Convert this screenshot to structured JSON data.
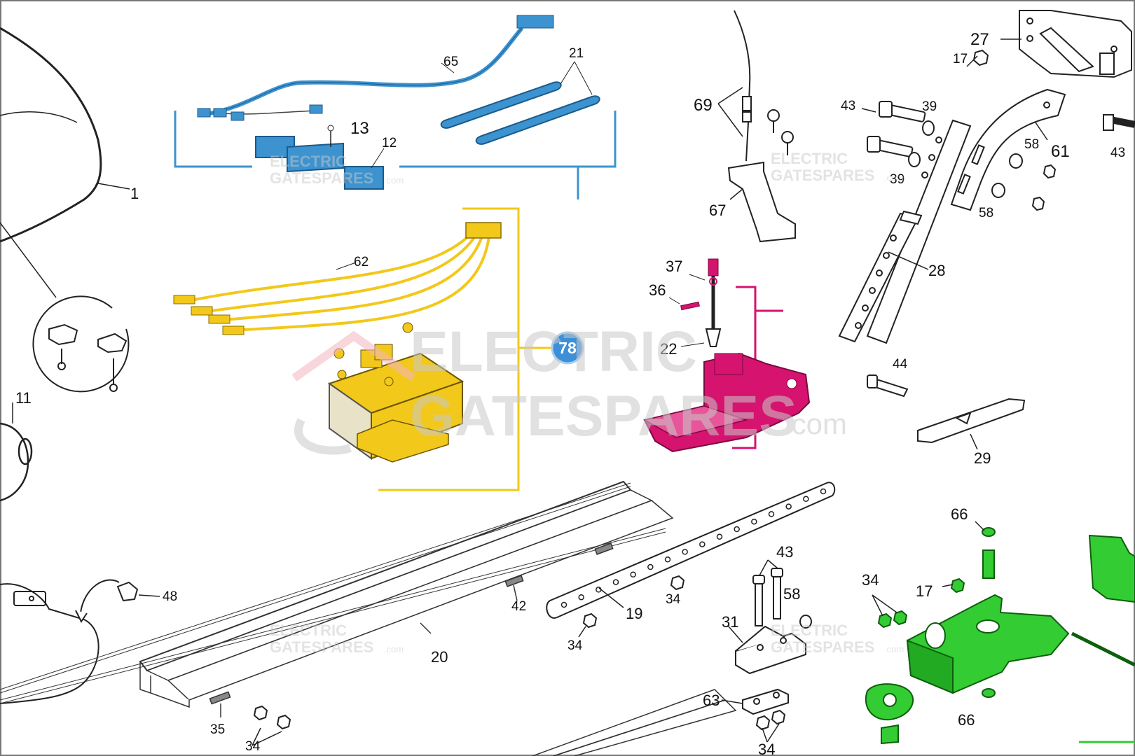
{
  "diagram": {
    "title": "Exploded parts diagram",
    "watermark": {
      "line1": "ELECTRIC",
      "line2": "GATESPARES",
      "suffix": ".com"
    },
    "highlight_badge": "78",
    "colors": {
      "line": "#222222",
      "blue_group": "#3c93d0",
      "yellow_group": "#f2c81a",
      "magenta_group": "#d6136f",
      "green_group": "#33cc33",
      "badge": "#3c8fd8",
      "watermark": "#c9c9c9",
      "watermark_accent": "#f3b6c0"
    },
    "callouts": {
      "c1": "1",
      "c11": "11",
      "c12": "12",
      "c13": "13",
      "c17a": "17",
      "c17b": "17",
      "c19": "19",
      "c20": "20",
      "c21": "21",
      "c22": "22",
      "c27": "27",
      "c28": "28",
      "c29": "29",
      "c31": "31",
      "c34a": "34",
      "c34b": "34",
      "c34c": "34",
      "c34d": "34",
      "c34e": "34",
      "c35": "35",
      "c36": "36",
      "c37": "37",
      "c39a": "39",
      "c39b": "39",
      "c42": "42",
      "c43a": "43",
      "c43b": "43",
      "c43c": "43",
      "c44": "44",
      "c48": "48",
      "c58a": "58",
      "c58b": "58",
      "c58c": "58",
      "c61": "61",
      "c62": "62",
      "c63": "63",
      "c65": "65",
      "c66a": "66",
      "c66b": "66",
      "c67": "67",
      "c69": "69"
    }
  }
}
